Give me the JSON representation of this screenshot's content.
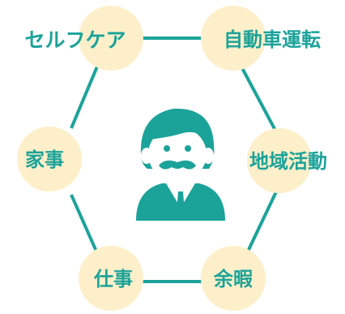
{
  "colors": {
    "accent": "#1ba39a",
    "node_fill": "#fdefc9",
    "figure_skin": "#ffffff",
    "figure_dark": "#2b8f86"
  },
  "center": {
    "icon": "man-with-mustache-icon"
  },
  "nodes": [
    {
      "id": "self-care",
      "label": "セルフケア"
    },
    {
      "id": "driving",
      "label": "自動車運転"
    },
    {
      "id": "community",
      "label": "地域活動"
    },
    {
      "id": "leisure",
      "label": "余暇"
    },
    {
      "id": "work",
      "label": "仕事"
    },
    {
      "id": "housework",
      "label": "家事"
    }
  ]
}
